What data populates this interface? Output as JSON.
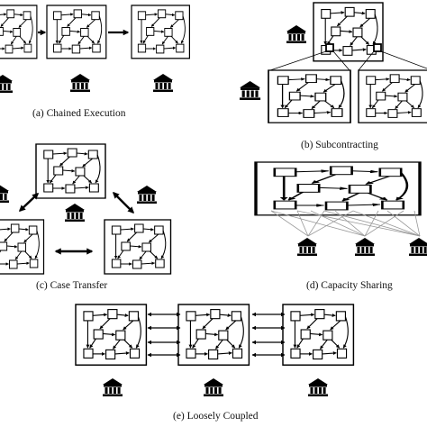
{
  "captions": {
    "a": "(a) Chained Execution",
    "b": "(b) Subcontracting",
    "c": "(c) Case Transfer",
    "d": "(d) Capacity Sharing",
    "e": "(e) Loosely Coupled"
  },
  "colors": {
    "stroke": "#000000",
    "background": "#ffffff",
    "link_gray": "#999999"
  },
  "icons": {
    "organization": "bank-building-icon",
    "process": "process-model-icon"
  }
}
